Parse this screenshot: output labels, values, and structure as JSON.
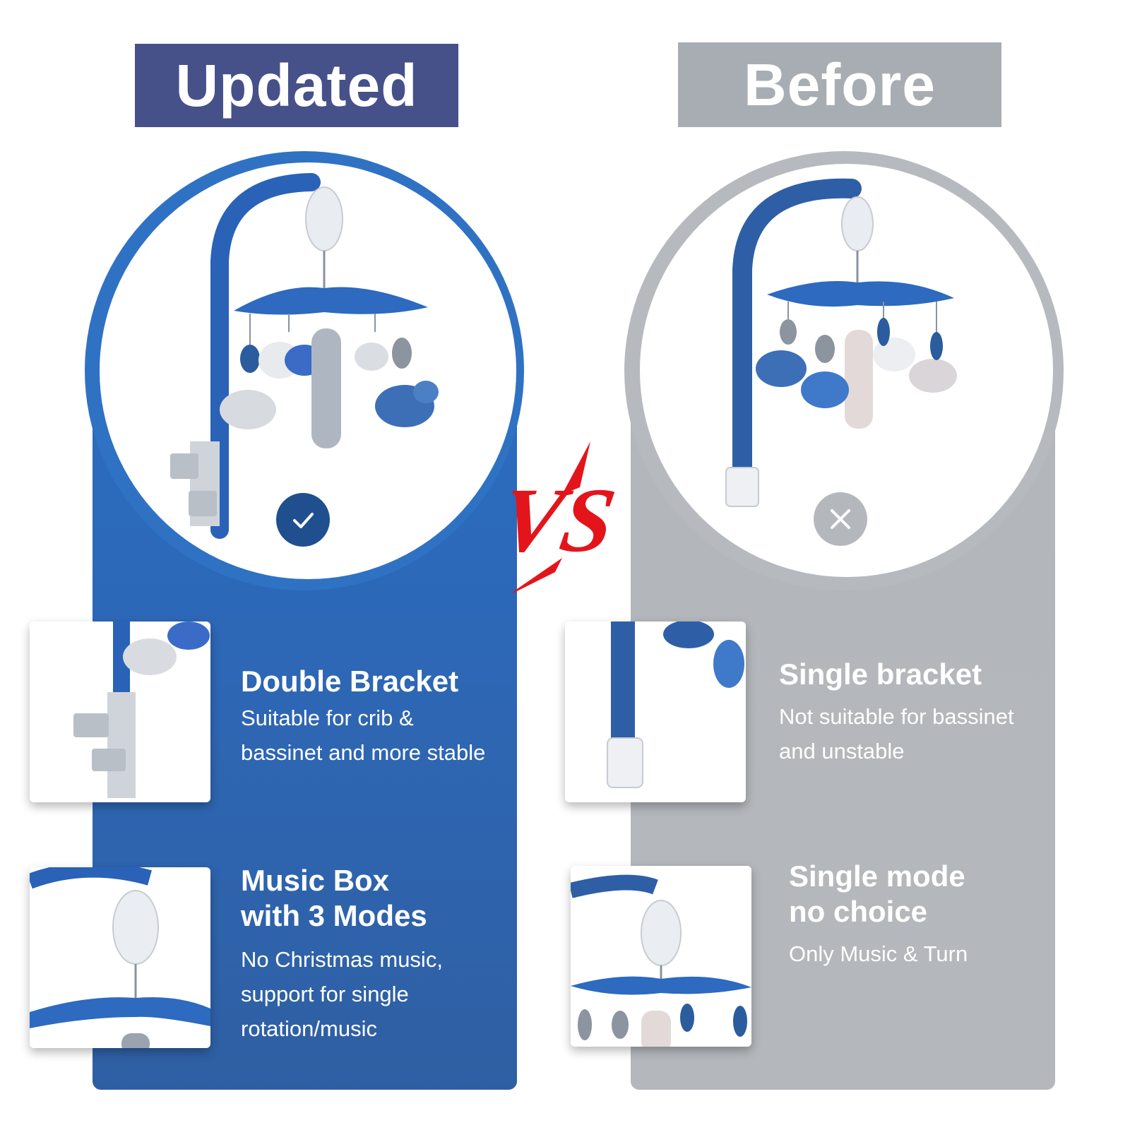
{
  "header": {
    "updated_label": "Updated",
    "before_label": "Before"
  },
  "vs_label": "VS",
  "updated": {
    "features": [
      {
        "title": "Double Bracket",
        "desc": "Suitable for crib &\nbassinet and more stable"
      },
      {
        "title": "Music Box\nwith 3 Modes",
        "desc": "No Christmas music,\nsupport for single\nrotation/music"
      }
    ]
  },
  "before": {
    "features": [
      {
        "title": "Single bracket",
        "desc": "Not suitable for bassinet\nand unstable"
      },
      {
        "title": "Single mode\nno choice",
        "desc": "Only Music & Turn"
      }
    ]
  },
  "icons": {
    "updated_mark": "check-icon",
    "before_mark": "close-icon"
  },
  "colors": {
    "updated_badge": "#465089",
    "before_badge": "#a8adb3",
    "updated_panel": "#2b6cc1",
    "before_panel": "#b3b7bc",
    "vs_red": "#e3151b"
  }
}
